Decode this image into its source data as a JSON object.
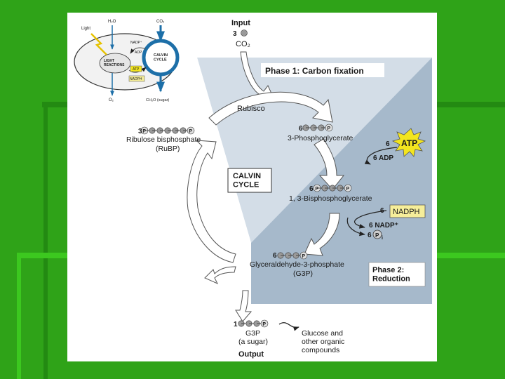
{
  "colors": {
    "slide_background": "#2fa318",
    "stripe_dark": "#238a12",
    "stripe_light": "#3cc81f",
    "figure_background": "#ffffff",
    "phase1_region": "#d3dde7",
    "phase2_region": "#a6b9cb",
    "arrow_fill": "#ffffff",
    "atp_badge": "#f3e51e",
    "nadph_badge": "#f6ee9a",
    "molecule_ball": "#9a9a9a"
  },
  "inset": {
    "light": "Light",
    "h2o": "H₂O",
    "co2": "CO₂",
    "nadp": "NADP⁺",
    "adp": "ADP",
    "light_reactions": "LIGHT\nREACTIONS",
    "calvin_cycle": "CALVIN\nCYCLE",
    "atp": "ATP",
    "nadph": "NADPH",
    "o2": "O₂",
    "ch2o": "CH₂O (sugar)"
  },
  "diagram": {
    "input_heading": "Input",
    "input_count": "3",
    "input_molecule": "CO₂",
    "phase1_label": "Phase 1: Carbon fixation",
    "rubisco": "Rubisco",
    "ribulose_count": "3",
    "ribulose_name": "Ribulose bisphosphate",
    "ribulose_abbrev": "(RuBP)",
    "pga_count": "6",
    "pga_name": "3-Phosphoglycerate",
    "atp_count": "6",
    "atp_label": "ATP",
    "adp_label": "6 ADP",
    "calvin_cycle_label": "CALVIN\nCYCLE",
    "bpg_count": "6",
    "bpg_name": "1, 3-Bisphosphoglycerate",
    "nadph_count": "6",
    "nadph_label": "NADPH",
    "nadp_label": "6 NADP⁺",
    "pi_count": "6",
    "pi_symbol": "P",
    "pi_subscript": "i",
    "g3p_count": "6",
    "g3p_name": "Glyceraldehyde-3-phosphate",
    "g3p_abbrev": "(G3P)",
    "phase2_label": "Phase 2:\nReduction",
    "output_count": "1",
    "output_name": "G3P",
    "output_desc": "(a sugar)",
    "glucose_label": "Glucose and\nother organic\ncompounds",
    "output_heading": "Output",
    "phosphate_symbol": "P"
  }
}
